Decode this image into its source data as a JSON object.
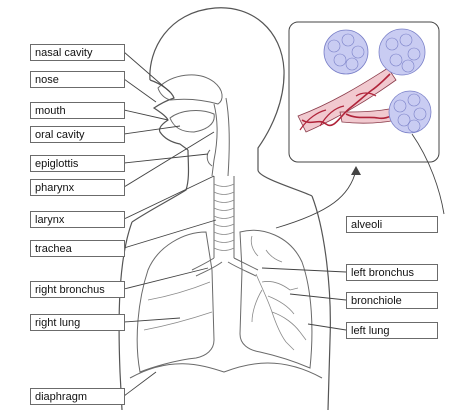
{
  "labels": {
    "nasal_cavity": "nasal cavity",
    "nose": "nose",
    "mouth": "mouth",
    "oral_cavity": "oral cavity",
    "epiglottis": "epiglottis",
    "pharynx": "pharynx",
    "larynx": "larynx",
    "trachea": "trachea",
    "right_bronchus": "right bronchus",
    "right_lung": "right lung",
    "diaphragm": "diaphragm",
    "alveoli": "alveoli",
    "left_bronchus": "left bronchus",
    "bronchiole": "bronchiole",
    "left_lung": "left lung"
  },
  "colors": {
    "alveoli_sac": "#c9ccf2",
    "capillary": "#b0243a",
    "airway": "#f1c9cf"
  }
}
